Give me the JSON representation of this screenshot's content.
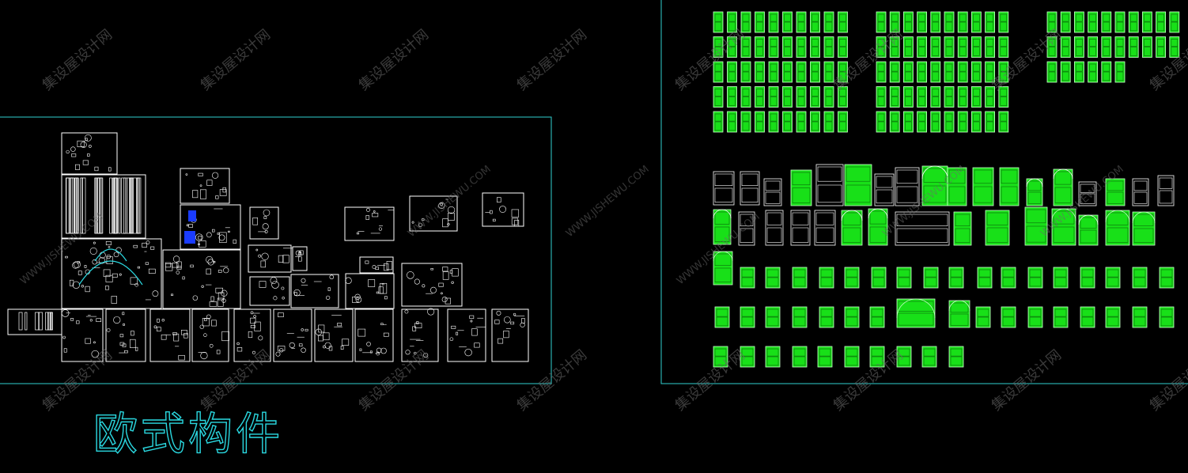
{
  "drawing": {
    "title": "欧式构件",
    "background": "#000000",
    "frame_color": "#2fd0d0",
    "line_color": "#ffffff",
    "door_fill": "#18e018",
    "door_stroke": "#c8ffc8",
    "accent_blue": "#1a3cff",
    "cyan": "#2ad8e0",
    "watermark": {
      "text": "集设屋设计网",
      "url": "WWW.JISHEWU.COM"
    }
  }
}
